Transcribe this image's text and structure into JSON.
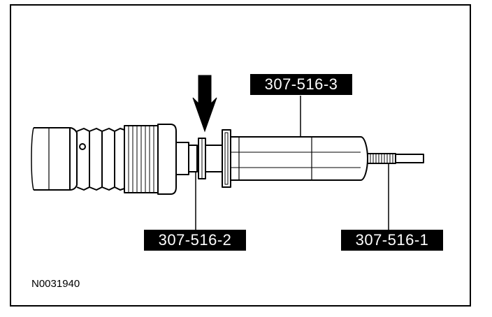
{
  "figure": {
    "id": "N0031940"
  },
  "callouts": {
    "tool_3": "307-516-3",
    "tool_2": "307-516-2",
    "tool_1": "307-516-1"
  },
  "colors": {
    "ink": "#000000",
    "paper": "#ffffff",
    "label_bg": "#000000",
    "label_text": "#ffffff"
  }
}
